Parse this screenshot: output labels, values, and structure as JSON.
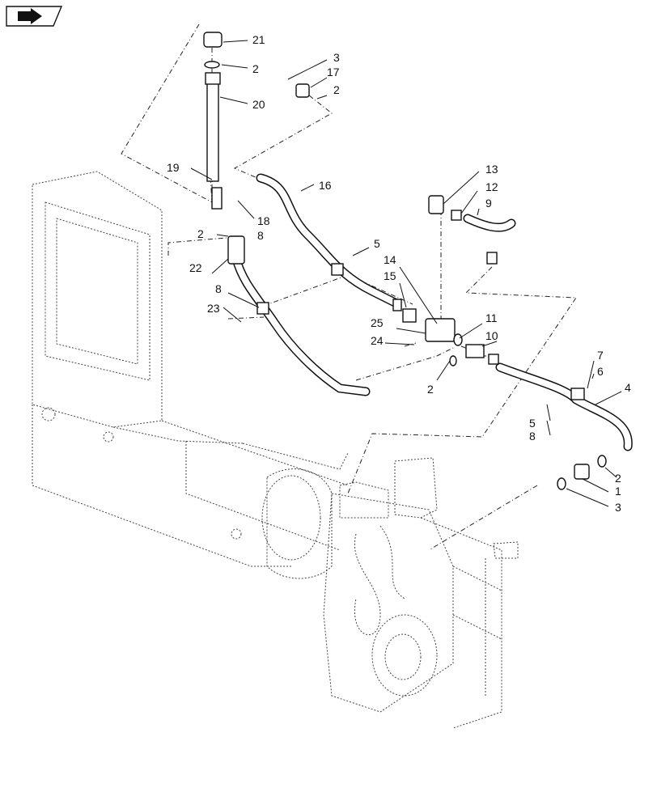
{
  "nav_icon": "next-page-arrow-icon",
  "callouts": [
    {
      "id": "c21",
      "text": "21"
    },
    {
      "id": "c2a",
      "text": "2"
    },
    {
      "id": "c20",
      "text": "20"
    },
    {
      "id": "c3a",
      "text": "3"
    },
    {
      "id": "c17",
      "text": "17"
    },
    {
      "id": "c2b",
      "text": "2"
    },
    {
      "id": "c19",
      "text": "19"
    },
    {
      "id": "c16",
      "text": "16"
    },
    {
      "id": "c18",
      "text": "18"
    },
    {
      "id": "c2c",
      "text": "2"
    },
    {
      "id": "c8a",
      "text": "8"
    },
    {
      "id": "c13",
      "text": "13"
    },
    {
      "id": "c12",
      "text": "12"
    },
    {
      "id": "c9",
      "text": "9"
    },
    {
      "id": "c5a",
      "text": "5"
    },
    {
      "id": "c22",
      "text": "22"
    },
    {
      "id": "c14",
      "text": "14"
    },
    {
      "id": "c15",
      "text": "15"
    },
    {
      "id": "c8b",
      "text": "8"
    },
    {
      "id": "c23",
      "text": "23"
    },
    {
      "id": "c11",
      "text": "11"
    },
    {
      "id": "c25",
      "text": "25"
    },
    {
      "id": "c10",
      "text": "10"
    },
    {
      "id": "c24",
      "text": "24"
    },
    {
      "id": "c7",
      "text": "7"
    },
    {
      "id": "c6",
      "text": "6"
    },
    {
      "id": "c4",
      "text": "4"
    },
    {
      "id": "c2d",
      "text": "2"
    },
    {
      "id": "c5b",
      "text": "5"
    },
    {
      "id": "c8c",
      "text": "8"
    },
    {
      "id": "c2e",
      "text": "2"
    },
    {
      "id": "c1",
      "text": "1"
    },
    {
      "id": "c3b",
      "text": "3"
    }
  ]
}
